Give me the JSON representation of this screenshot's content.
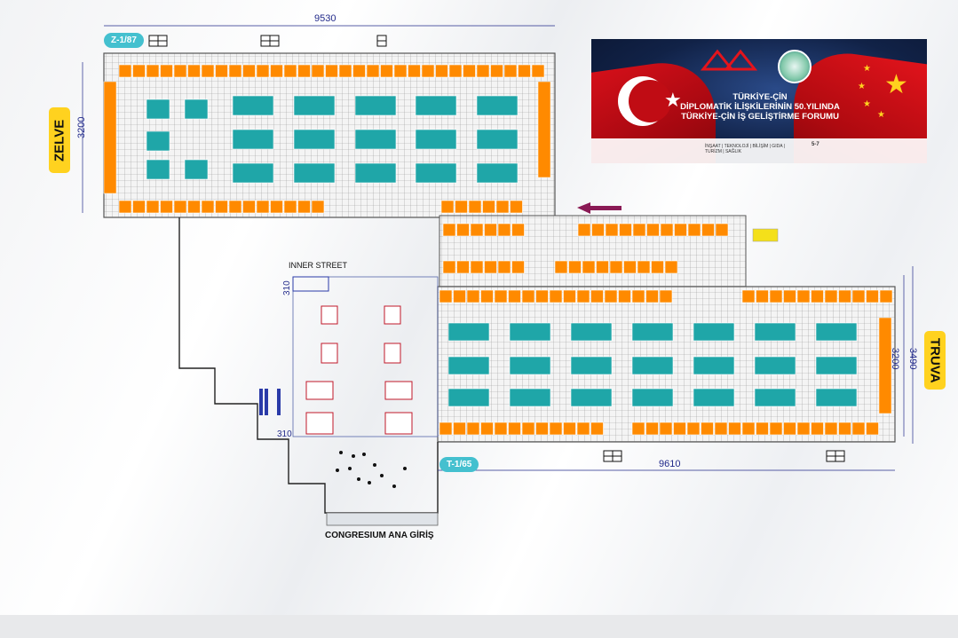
{
  "halls": {
    "zelve": "ZELVE",
    "truva": "TRUVA"
  },
  "codes": {
    "zelve": "Z-1/87",
    "truva": "T-1/65"
  },
  "dimensions": {
    "zelve_width": "9530",
    "zelve_height": "3200",
    "truva_width": "9610",
    "truva_height": "3200",
    "truva_outer": "3490",
    "inner_street_a": "310",
    "inner_street_b": "310"
  },
  "labels": {
    "inner_street": "INNER STREET",
    "entrance": "CONGRESIUM ANA GİRİŞ"
  },
  "banner": {
    "line1": "TÜRKİYE-ÇİN",
    "line2": "DİPLOMATİK İLİŞKİLERİNİN 50.YILINDA",
    "line3": "TÜRKİYE-ÇİN İŞ GELİŞTİRME FORUMU",
    "sectors": "İNŞAAT | TEKNOLOJİ | BİLİŞİM | GIDA | TURİZM | SAĞLIK",
    "date": "5-7"
  },
  "colors": {
    "booth_orange": "#ff8a00",
    "booth_teal": "#1fa6a8",
    "hall_tag": "#ffd21f",
    "code_pill": "#44c0cf",
    "dimension": "#222a8a"
  }
}
